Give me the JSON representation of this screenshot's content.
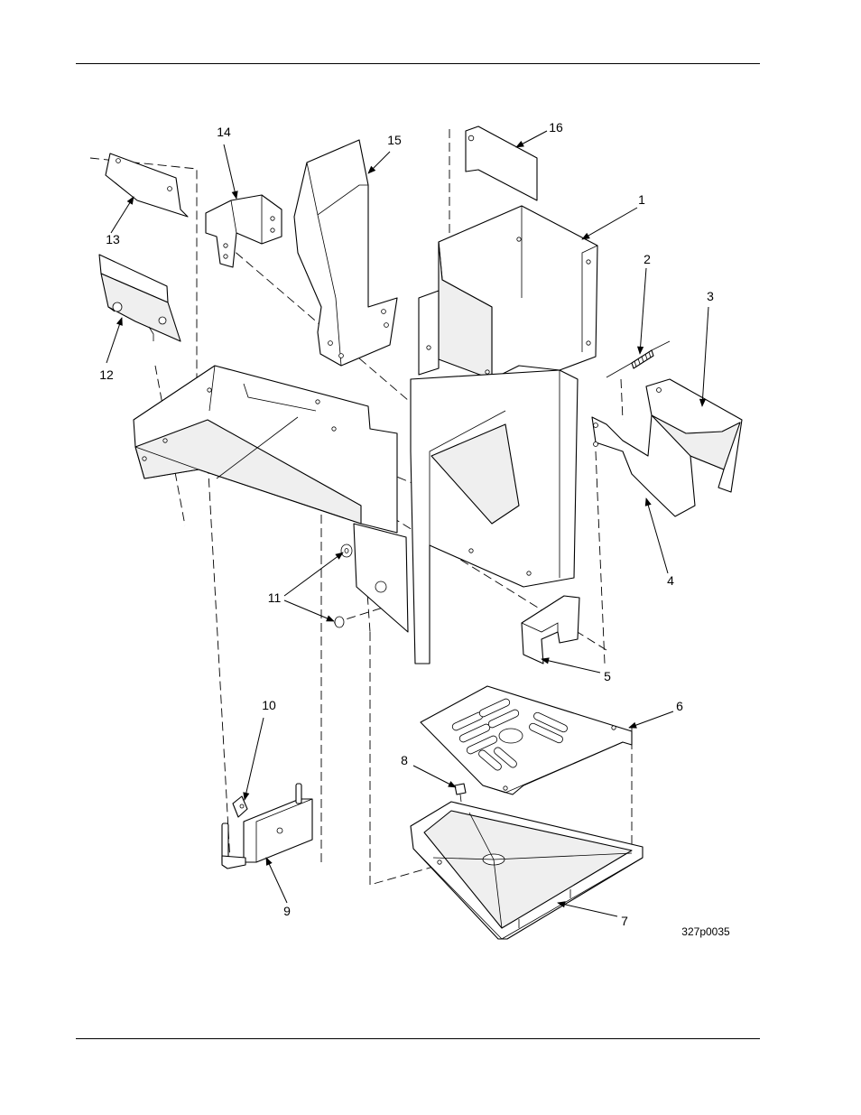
{
  "figure": {
    "id": "327p0035",
    "callouts": [
      "1",
      "2",
      "3",
      "4",
      "5",
      "6",
      "7",
      "8",
      "9",
      "10",
      "11",
      "12",
      "13",
      "14",
      "15",
      "16"
    ]
  }
}
